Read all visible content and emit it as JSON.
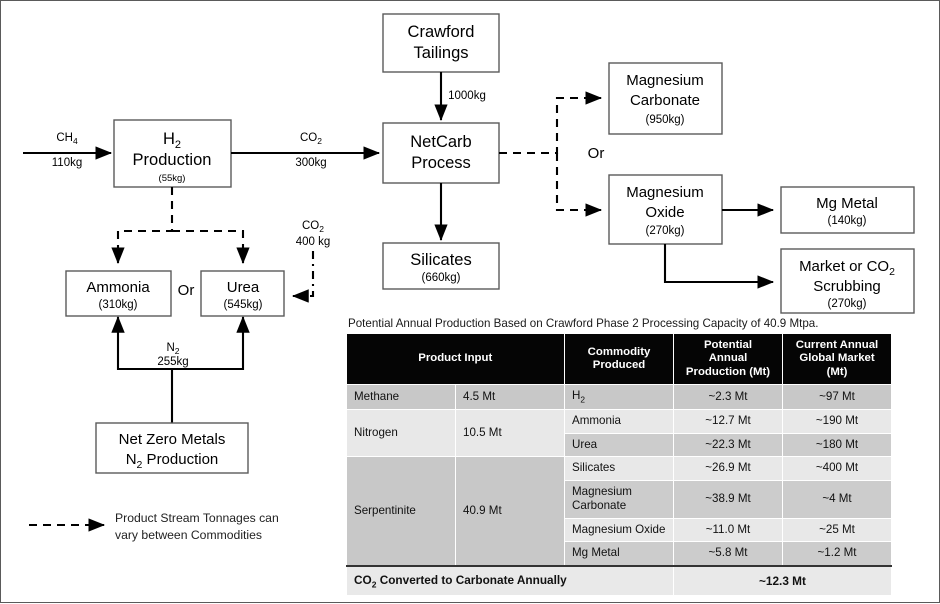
{
  "diagram": {
    "inputs": {
      "ch4_label": "CH",
      "ch4_sub": "4",
      "ch4_mass": "110kg"
    },
    "boxes": {
      "h2": {
        "line1": "H",
        "sub1": "2",
        "line2": "Production",
        "mass": "(55kg)"
      },
      "crawford": {
        "line1": "Crawford",
        "line2": "Tailings"
      },
      "netcarb": {
        "line1": "NetCarb",
        "line2": "Process"
      },
      "silicates": {
        "line1": "Silicates",
        "mass": "(660kg)"
      },
      "mgcarbonate": {
        "line1": "Magnesium",
        "line2": "Carbonate",
        "mass": "(950kg)"
      },
      "mgoxide": {
        "line1": "Magnesium",
        "line2": "Oxide",
        "mass": "(270kg)"
      },
      "mgmetal": {
        "line1": "Mg Metal",
        "mass": "(140kg)"
      },
      "market": {
        "line1": "Market or CO",
        "sub1": "2",
        "line2": "Scrubbing",
        "mass": "(270kg)"
      },
      "ammonia": {
        "line1": "Ammonia",
        "mass": "(310kg)"
      },
      "urea": {
        "line1": "Urea",
        "mass": "(545kg)"
      },
      "nzm": {
        "line1": "Net Zero Metals",
        "line2a": "N",
        "sub": "2",
        "line2b": " Production"
      }
    },
    "flow_labels": {
      "co2_out": {
        "text": "CO",
        "sub": "2",
        "mass": "300kg"
      },
      "tailings_mass": "1000kg",
      "co2_urea": {
        "text": "CO",
        "sub": "2",
        "mass": "400 kg"
      },
      "n2": {
        "text": "N",
        "sub": "2",
        "mass": "255kg"
      },
      "or_left": "Or",
      "or_right": "Or"
    },
    "legend": {
      "line1": "Product Stream Tonnages can",
      "line2": "vary between Commodities"
    }
  },
  "table": {
    "caption": "Potential Annual Production Based on Crawford Phase 2 Processing Capacity of 40.9 Mtpa.",
    "headers": {
      "product_input": "Product Input",
      "commodity": "Commodity Produced",
      "potential": "Potential Annual Production (Mt)",
      "potential_l1": "Potential",
      "potential_l2": "Annual",
      "potential_l3": "Production (Mt)",
      "market_l1": "Current Annual",
      "market_l2": "Global Market",
      "market_l3": "(Mt)"
    },
    "rows": [
      {
        "input": "Methane",
        "amount": "4.5 Mt",
        "commodity": "H2",
        "commodity_html": "H<sub>2</sub>",
        "potential": "~2.3 Mt",
        "market": "~97 Mt",
        "span": 1
      },
      {
        "input": "Nitrogen",
        "amount": "10.5 Mt",
        "commodity": "Ammonia",
        "potential": "~12.7 Mt",
        "market": "~190 Mt",
        "span": 2
      },
      {
        "input": "",
        "amount": "",
        "commodity": "Urea",
        "potential": "~22.3 Mt",
        "market": "~180 Mt",
        "span": 0
      },
      {
        "input": "Serpentinite",
        "amount": "40.9 Mt",
        "commodity": "Silicates",
        "potential": "~26.9 Mt",
        "market": "~400 Mt",
        "span": 4
      },
      {
        "input": "",
        "amount": "",
        "commodity": "Magnesium Carbonate",
        "potential": "~38.9 Mt",
        "market": "~4 Mt",
        "span": 0
      },
      {
        "input": "",
        "amount": "",
        "commodity": "Magnesium Oxide",
        "potential": "~11.0 Mt",
        "market": "~25 Mt",
        "span": 0
      },
      {
        "input": "",
        "amount": "",
        "commodity": "Mg Metal",
        "potential": "~5.8 Mt",
        "market": "~1.2 Mt",
        "span": 0
      }
    ],
    "footer": {
      "label_pre": "CO",
      "label_sub": "2",
      "label_post": " Converted to Carbonate Annually",
      "value": "~12.3 Mt"
    }
  }
}
